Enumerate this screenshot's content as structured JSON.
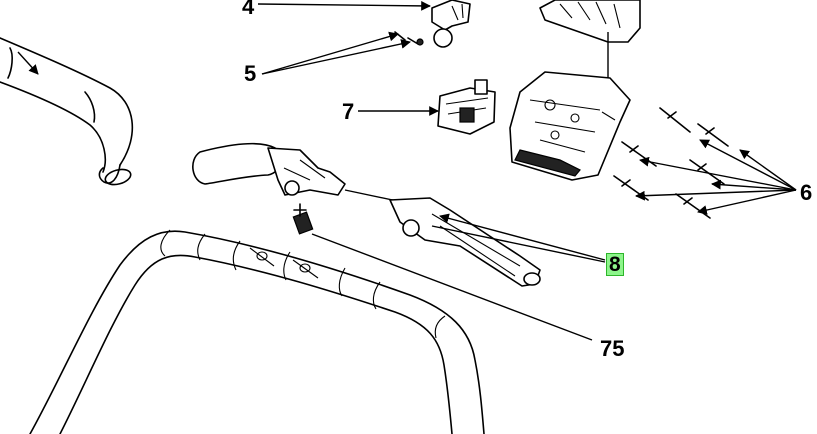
{
  "callouts": {
    "c4": "4",
    "c5": "5",
    "c7": "7",
    "c6": "6",
    "c8": "8",
    "c75": "75"
  },
  "colors": {
    "highlight": "#8df58b",
    "highlight_border": "#2db52a",
    "line": "#000000",
    "background": "#ffffff"
  }
}
